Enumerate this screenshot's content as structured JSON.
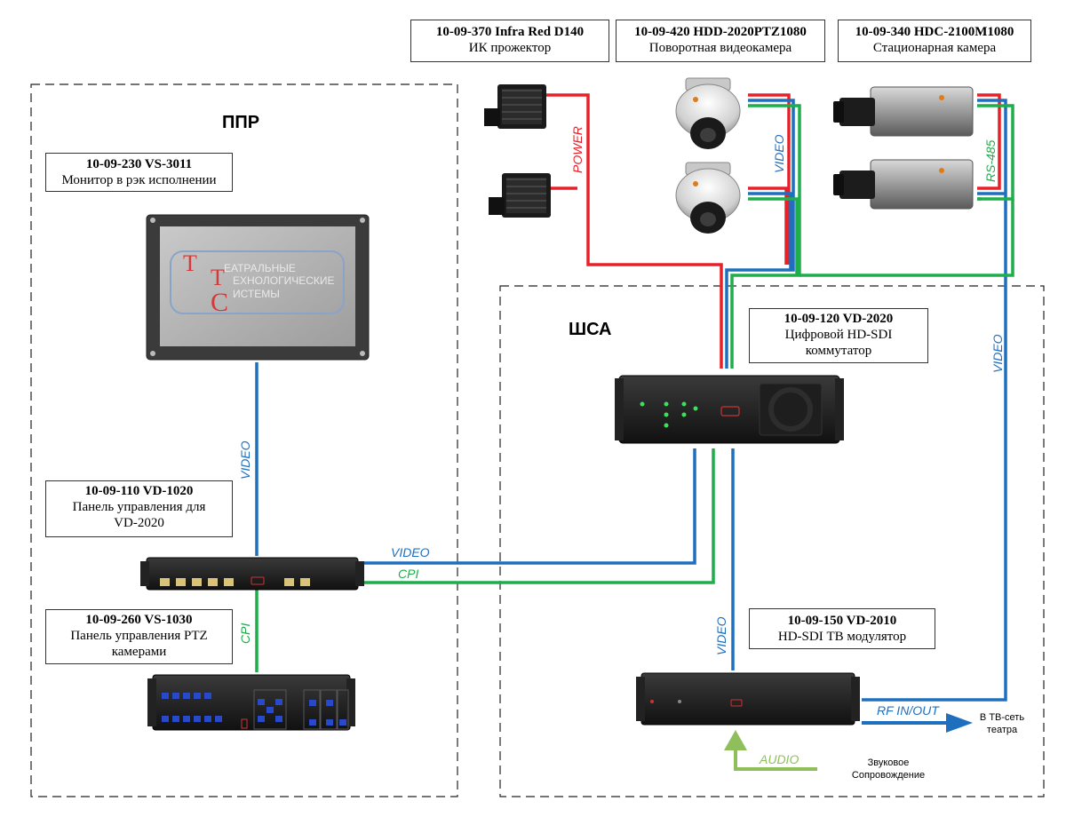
{
  "zones": {
    "ppr": "ППР",
    "shsa": "ШСА"
  },
  "devices": {
    "ir": {
      "code": "10-09-370  Infra Red D140",
      "desc": "ИК прожектор"
    },
    "ptz": {
      "code": "10-09-420  HDD-2020PTZ1080",
      "desc": "Поворотная видеокамера"
    },
    "fixed": {
      "code": "10-09-340  HDC-2100M1080",
      "desc": "Стационарная камера"
    },
    "monitor": {
      "code": "10-09-230  VS-3011",
      "desc": "Монитор в рэк исполнении"
    },
    "switcher": {
      "code": "10-09-120 VD-2020",
      "desc": "Цифровой HD-SDI",
      "desc2": "коммутатор"
    },
    "vd1020": {
      "code": "10-09-110  VD-1020",
      "desc": "Панель управления для",
      "desc2": "VD-2020"
    },
    "vs1030": {
      "code": "10-09-260  VS-1030",
      "desc": "Панель управления PTZ",
      "desc2": "камерами"
    },
    "modulator": {
      "code": "10-09-150  VD-2010",
      "desc": "HD-SDI ТВ модулятор"
    }
  },
  "signals": {
    "power": "POWER",
    "video": "VIDEO",
    "rs485": "RS-485",
    "cpi": "CPI",
    "rf": "RF IN/OUT",
    "audio": "AUDIO"
  },
  "notes": {
    "tv_net_1": "В ТВ-сеть",
    "tv_net_2": "театра",
    "sound_1": "Звуковое",
    "sound_2": "Сопровождение"
  },
  "monitor_screen": {
    "line1": "ЕАТРАЛЬНЫЕ",
    "line2": "ЕХНОЛОГИЧЕСКИЕ",
    "line3": "ИСТЕМЫ",
    "letter1": "Т",
    "letter2": "Т",
    "letter3": "С"
  },
  "colors": {
    "power": "#e8202a",
    "video": "#1f6fbf",
    "data": "#1fae4b",
    "audio": "#8fbf5a"
  }
}
